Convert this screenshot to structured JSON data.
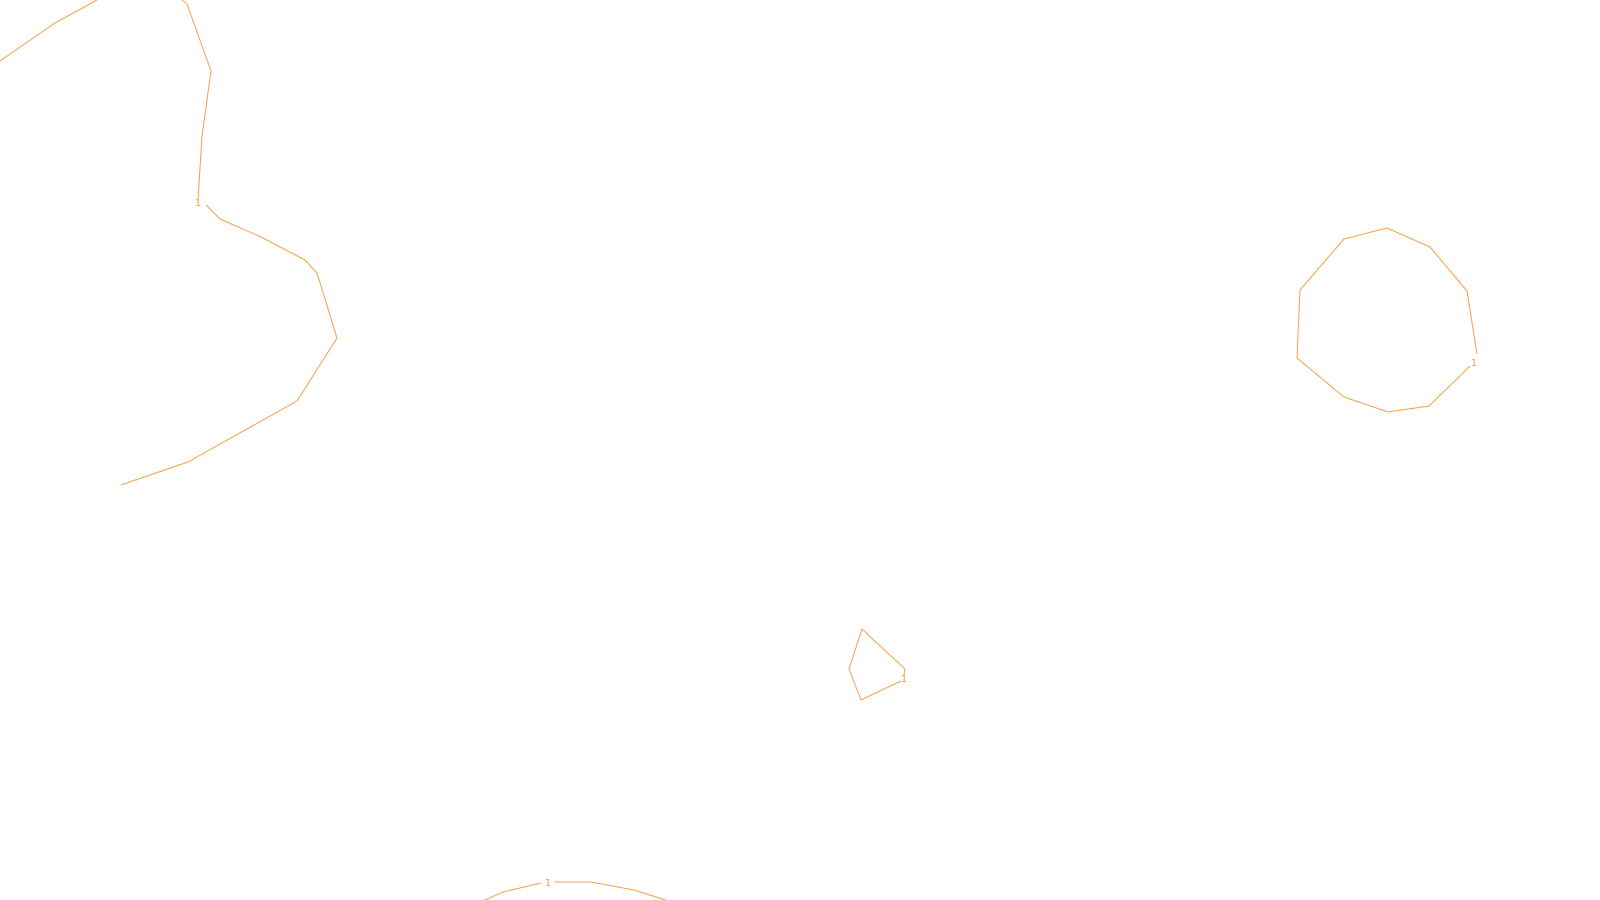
{
  "style": {
    "line_color": "#f5a04a",
    "background_color": "#ffffff"
  },
  "contours": [
    {
      "id": "top-left-contour",
      "label": "1"
    },
    {
      "id": "right-closed-contour",
      "label": "1"
    },
    {
      "id": "center-small-contour",
      "label": "1"
    },
    {
      "id": "bottom-arc-contour",
      "label": "1"
    }
  ]
}
